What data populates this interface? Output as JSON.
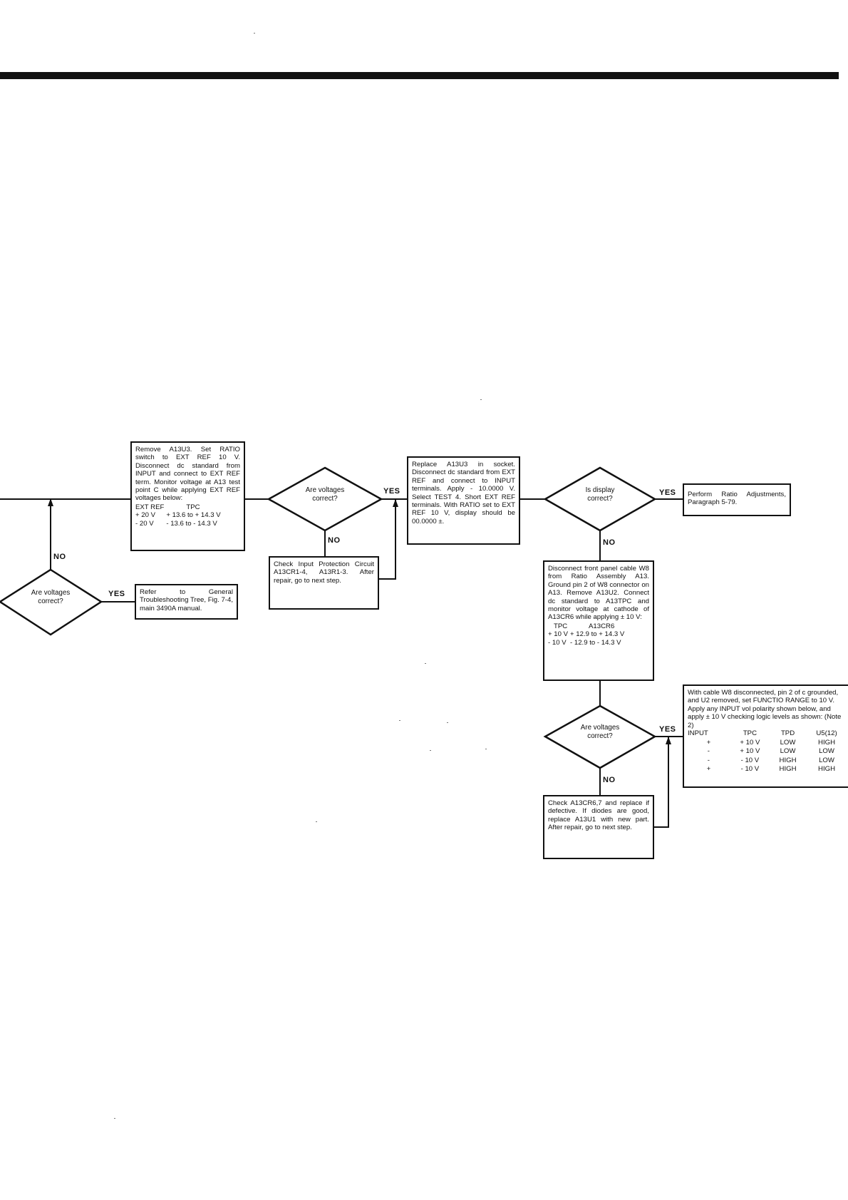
{
  "flowchart": {
    "box_remove_u3": {
      "text": "Remove A13U3. Set RATIO switch to EXT REF 10 V. Disconnect dc standard from INPUT and connect to EXT REF term. Monitor voltage at A13 test point C while applying EXT REF voltages below:",
      "table": {
        "headers": [
          "EXT REF",
          "TPC"
        ],
        "rows": [
          [
            "+ 20 V",
            "+ 13.6 to + 14.3 V"
          ],
          [
            "- 20 V",
            "- 13.6 to - 14.3 V"
          ]
        ]
      }
    },
    "decision_left": {
      "text": "Are voltages correct?"
    },
    "box_refer_general": {
      "text": "Refer to General Troubleshooting Tree, Fig. 7-4, main 3490A manual."
    },
    "decision_mid": {
      "text": "Are voltages correct?"
    },
    "box_check_input_protection": {
      "text": "Check Input Protection Circuit A13CR1-4, A13R1-3. After repair, go to next step."
    },
    "box_replace_u3": {
      "text": "Replace A13U3 in socket. Disconnect dc standard from EXT REF and connect to INPUT terminals. Apply - 10.0000 V. Select TEST 4. Short EXT REF terminals. With RATIO set to EXT REF 10 V, display should be 00.0000 ±."
    },
    "decision_display": {
      "text": "Is display correct?"
    },
    "box_ratio_adjust": {
      "text": "Perform Ratio Adjustments, Paragraph 5-79."
    },
    "box_disconnect_w8": {
      "text": "Disconnect front panel cable W8 from Ratio Assembly A13. Ground pin 2 of W8 connector on A13. Remove A13U2. Connect dc standard to A13TPC and monitor voltage at cathode of A13CR6 while applying ± 10 V:",
      "table": {
        "headers": [
          "TPC",
          "A13CR6"
        ],
        "rows": [
          [
            "+ 10 V",
            "+ 12.9 to + 14.3 V"
          ],
          [
            "- 10 V",
            "- 12.9 to - 14.3 V"
          ]
        ]
      }
    },
    "decision_lower": {
      "text": "Are voltages correct?"
    },
    "box_check_cr67": {
      "text": "Check A13CR6,7 and replace if defective. If diodes are good, replace A13U1 with new part. After repair, go to next step."
    },
    "box_logic_levels": {
      "text": "With cable W8 disconnected, pin 2 of c grounded, and U2 removed, set FUNCTIO RANGE to 10 V. Apply any INPUT vol polarity shown below, and apply ± 10 V checking logic levels as shown: (Note 2)",
      "table": {
        "headers": [
          "INPUT",
          "TPC",
          "TPD",
          "U5(12)"
        ],
        "rows": [
          [
            "+",
            "+ 10 V",
            "LOW",
            "HIGH"
          ],
          [
            "-",
            "+ 10 V",
            "LOW",
            "LOW"
          ],
          [
            "-",
            "- 10 V",
            "HIGH",
            "LOW"
          ],
          [
            "+",
            "- 10 V",
            "HIGH",
            "HIGH"
          ]
        ]
      }
    },
    "labels": {
      "yes": "YES",
      "no": "NO"
    }
  }
}
